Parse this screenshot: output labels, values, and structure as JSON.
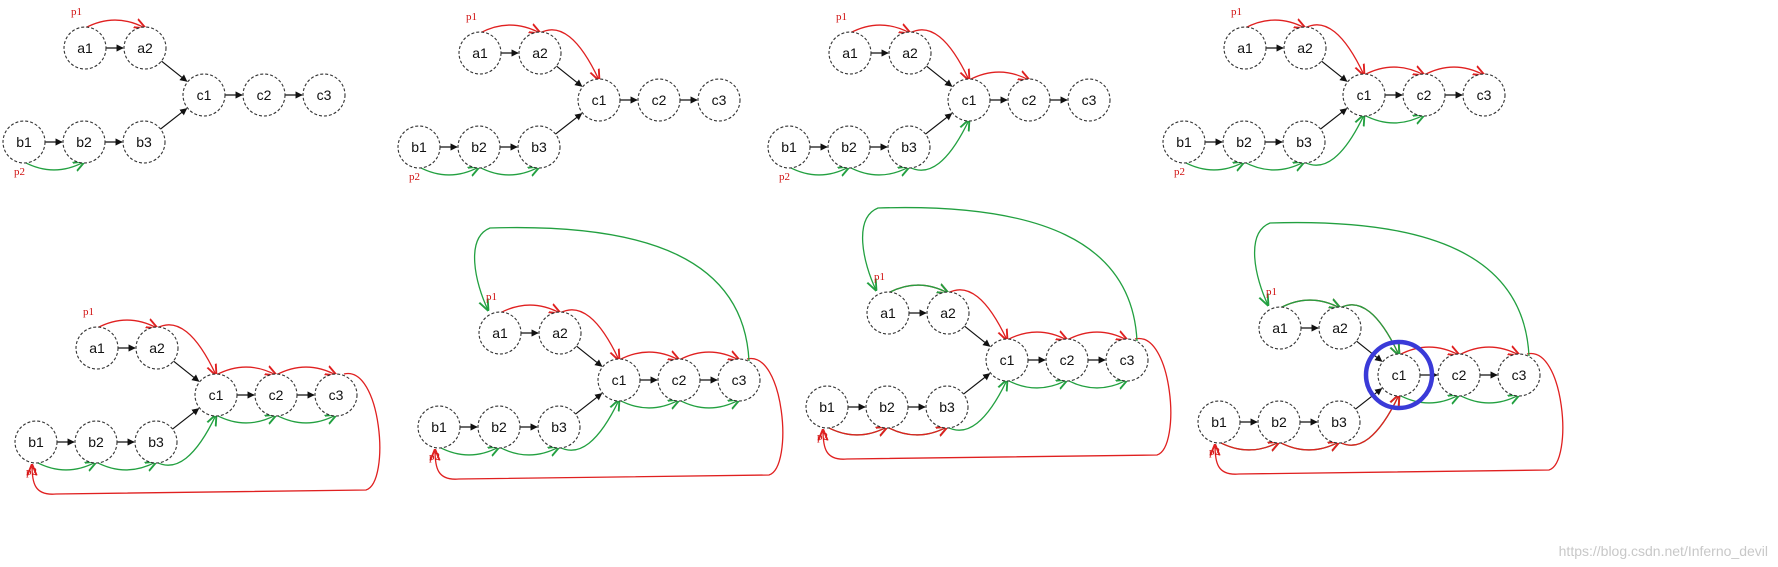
{
  "diagram": {
    "node_labels": {
      "a1": "a1",
      "a2": "a2",
      "b1": "b1",
      "b2": "b2",
      "b3": "b3",
      "c1": "c1",
      "c2": "c2",
      "c3": "c3"
    },
    "pointer_labels": {
      "p1": "p1",
      "p2": "p2"
    },
    "colors": {
      "pointer_a": "#e02020",
      "pointer_b": "#22a040",
      "highlight": "#3a3ad8",
      "node_stroke": "#333333"
    },
    "panels": [
      {
        "id": "panel-1",
        "p1_path": [
          "a1",
          "a2"
        ],
        "p2_path": [
          "b1",
          "b2"
        ],
        "p1_tail_return": false,
        "p2_tail_return": false,
        "highlight": null
      },
      {
        "id": "panel-2",
        "p1_path": [
          "a1",
          "a2",
          "c1"
        ],
        "p2_path": [
          "b1",
          "b2",
          "b3"
        ],
        "p1_tail_return": false,
        "p2_tail_return": false,
        "highlight": null
      },
      {
        "id": "panel-3",
        "p1_path": [
          "a1",
          "a2",
          "c1",
          "c2"
        ],
        "p2_path": [
          "b1",
          "b2",
          "b3",
          "c1"
        ],
        "p1_tail_return": false,
        "p2_tail_return": false,
        "highlight": null
      },
      {
        "id": "panel-4",
        "p1_path": [
          "a1",
          "a2",
          "c1",
          "c2",
          "c3"
        ],
        "p2_path": [
          "b1",
          "b2",
          "b3",
          "c1",
          "c2"
        ],
        "p1_tail_return": false,
        "p2_tail_return": false,
        "highlight": null
      },
      {
        "id": "panel-5",
        "p1_path": [
          "a1",
          "a2",
          "c1",
          "c2",
          "c3"
        ],
        "p2_path": [
          "b1",
          "b2",
          "b3",
          "c1",
          "c2",
          "c3"
        ],
        "p1_tail_return": true,
        "p2_tail_return": false,
        "highlight": null
      },
      {
        "id": "panel-6",
        "p1_path": [
          "a1",
          "a2",
          "c1",
          "c2",
          "c3"
        ],
        "p2_path": [
          "b1",
          "b2",
          "b3",
          "c1",
          "c2",
          "c3"
        ],
        "p1_tail_return": true,
        "p2_tail_return": true,
        "p1_after": [
          "b1"
        ],
        "p2_after": [],
        "highlight": null
      },
      {
        "id": "panel-7",
        "p1_path": [
          "a1",
          "a2",
          "c1",
          "c2",
          "c3"
        ],
        "p2_path": [
          "b1",
          "b2",
          "b3",
          "c1",
          "c2",
          "c3"
        ],
        "p1_tail_return": true,
        "p2_tail_return": true,
        "p1_after": [
          "b1",
          "b2",
          "b3"
        ],
        "p2_after": [
          "a1",
          "a2"
        ],
        "highlight": null
      },
      {
        "id": "panel-8",
        "p1_path": [
          "a1",
          "a2",
          "c1",
          "c2",
          "c3"
        ],
        "p2_path": [
          "b1",
          "b2",
          "b3",
          "c1",
          "c2",
          "c3"
        ],
        "p1_tail_return": true,
        "p2_tail_return": true,
        "p1_after": [
          "b1",
          "b2",
          "b3",
          "c1"
        ],
        "p2_after": [
          "a1",
          "a2",
          "c1"
        ],
        "highlight": "c1"
      }
    ]
  },
  "watermark": {
    "text": "https://blog.csdn.net/Inferno_devil"
  }
}
